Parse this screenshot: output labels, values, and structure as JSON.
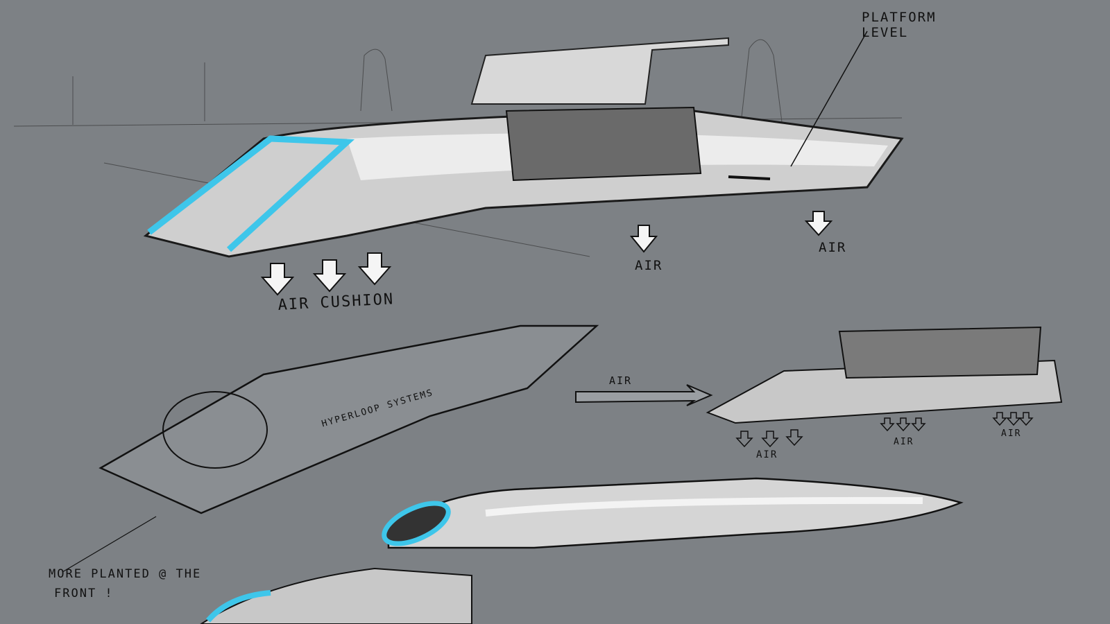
{
  "colors": {
    "background": "#7d8185",
    "accent": "#3ec6ea",
    "ink": "#1a1a1a",
    "highlight": "#f2f2f2"
  },
  "labels": {
    "platform_level": "PLATFORM LEVEL",
    "air_cushion": "AIR CUSHION",
    "air_1": "AIR",
    "air_2": "AIR",
    "air_flow": "AIR",
    "air_3": "AIR",
    "air_4": "AIR",
    "air_5": "AIR",
    "brand_on_pod": "HYPERLOOP SYSTEMS",
    "note_front": "MORE PLANTED @ THE",
    "note_front_2": "FRONT !"
  }
}
